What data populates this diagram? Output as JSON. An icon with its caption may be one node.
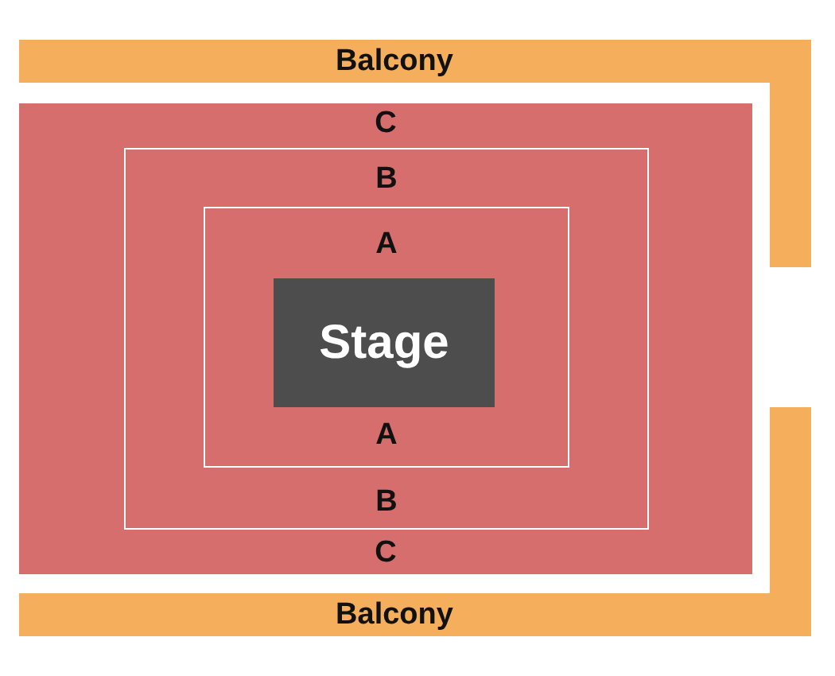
{
  "diagram": {
    "nodes": [
      {
        "text": [
          "Balcony"
        ]
      },
      {
        "text": [
          "C",
          "C"
        ]
      },
      {
        "text": [
          "B",
          "B"
        ],
        "in": 1
      },
      {
        "text": [
          "A",
          "A"
        ],
        "in": 2
      },
      {
        "text": [
          "Stage"
        ],
        "in": 3
      },
      {
        "text": [
          "Balcony"
        ]
      }
    ]
  }
}
